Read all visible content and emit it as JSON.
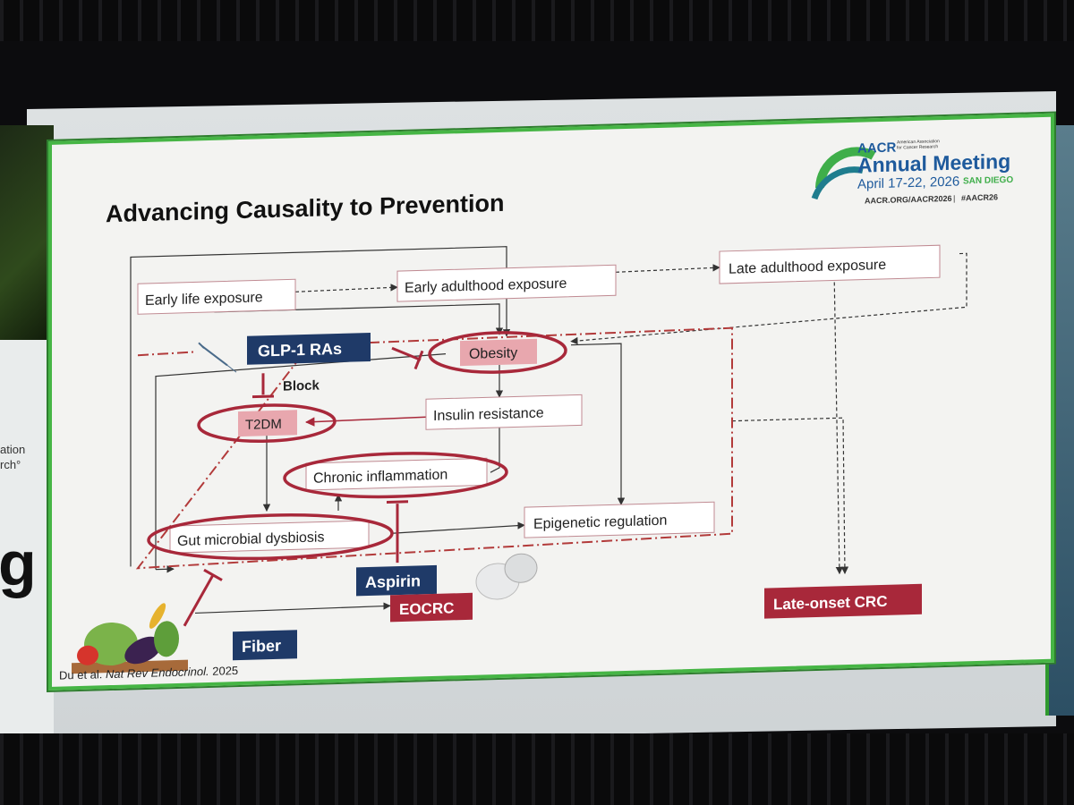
{
  "slide": {
    "title": "Advancing Causality to Prevention",
    "citation_prefix": "Du et al. ",
    "citation_journal": "Nat Rev Endocrinol.",
    "citation_year": " 2025"
  },
  "branding": {
    "logo_text": "AACR",
    "logo_subtext_1": "American Association",
    "logo_subtext_2": "for Cancer Research",
    "meeting_name": "Annual Meeting",
    "dates": "April 17-22, 2026",
    "city": "SAN DIEGO",
    "url": "AACR.ORG/AACR2026",
    "separator": "|",
    "hashtag": "#AACR26"
  },
  "diagram": {
    "early_life": "Early life exposure",
    "early_adulthood": "Early adulthood exposure",
    "late_adulthood": "Late adulthood exposure",
    "glp1": "GLP-1 RAs",
    "obesity": "Obesity",
    "block": "Block",
    "t2dm": "T2DM",
    "insulin": "Insulin resistance",
    "chronic": "Chronic inflammation",
    "gut": "Gut microbial dysbiosis",
    "epigenetic": "Epigenetic regulation",
    "aspirin": "Aspirin",
    "eocrc": "EOCRC",
    "fiber": "Fiber",
    "late_onset": "Late-onset CRC"
  },
  "left_screen_partial": {
    "line1": "ation",
    "line2": "rch°",
    "big_letter": "g"
  },
  "colors": {
    "slide_border": "#46b545",
    "navy": "#1f3a68",
    "dark_red": "#a8283a",
    "pink_fill": "#e8a7ae",
    "dash_red": "#b23a3a"
  }
}
